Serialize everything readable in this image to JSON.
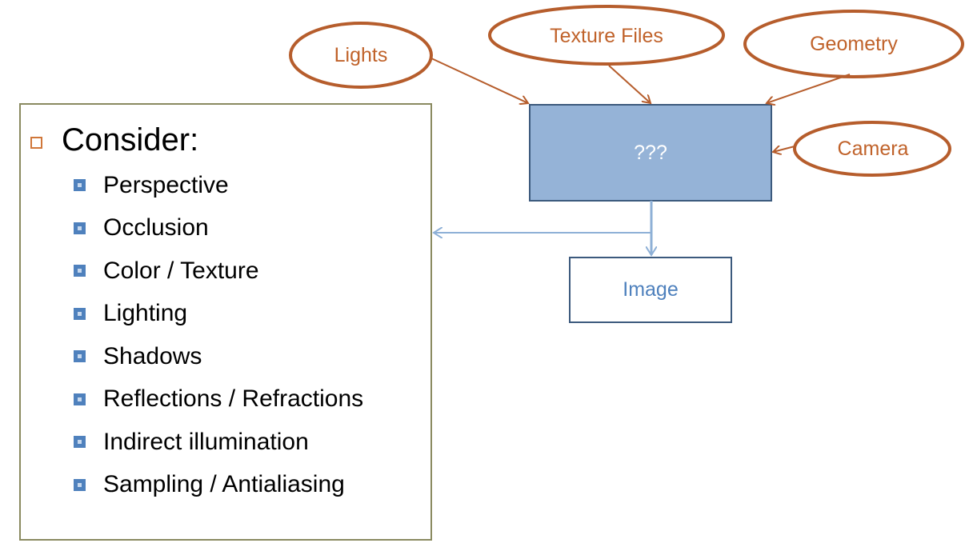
{
  "diagram": {
    "inputs": {
      "lights": "Lights",
      "texture_files": "Texture Files",
      "geometry": "Geometry",
      "camera": "Camera"
    },
    "process_label": "???",
    "output_label": "Image"
  },
  "consider": {
    "title": "Consider:",
    "items": [
      "Perspective",
      "Occlusion",
      "Color / Texture",
      "Lighting",
      "Shadows",
      "Reflections / Refractions",
      "Indirect illumination",
      "Sampling / Antialiasing"
    ]
  },
  "colors": {
    "ellipse_stroke": "#b65d2c",
    "ellipse_text": "#c0622a",
    "process_fill": "#95b3d7",
    "process_stroke": "#3c5a7d",
    "output_text": "#4f81bd",
    "output_stroke": "#3c5a7d",
    "connector_blue": "#8eb0d6",
    "consider_border": "#8a8a60"
  }
}
